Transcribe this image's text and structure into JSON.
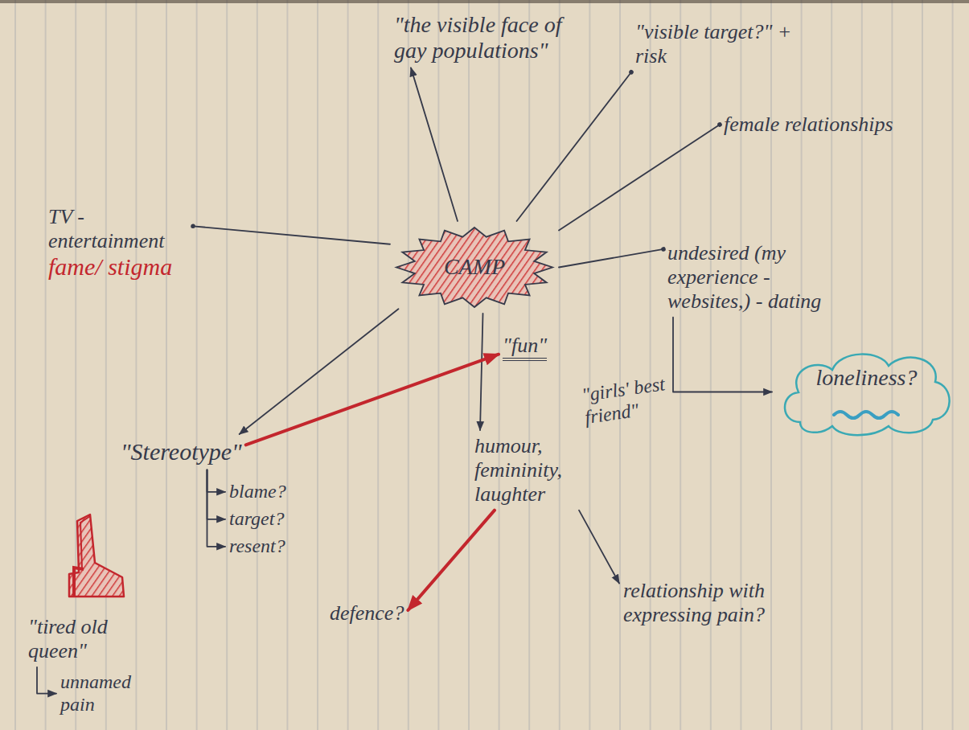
{
  "diagram": {
    "nodes": [
      {
        "text": [
          "\"the visible face of gay populations\""
        ]
      },
      {
        "text": [
          "\"visible target?\" + risk"
        ]
      },
      {
        "text": [
          "female relationships"
        ]
      },
      {
        "text": [
          "TV - entertainment",
          "fame/ stigma"
        ]
      },
      {
        "text": [
          "CAMP"
        ]
      },
      {
        "text": [
          "undesired (my experience - websites,) - dating"
        ]
      },
      {
        "text": [
          "\"fun\""
        ]
      },
      {
        "text": [
          "loneliness?"
        ]
      },
      {
        "text": [
          "\"Stereotype\""
        ]
      },
      {
        "text": [
          "humour, femininity, laughter"
        ]
      },
      {
        "text": [
          "blame?"
        ]
      },
      {
        "text": [
          "target?"
        ]
      },
      {
        "text": [
          "resent?"
        ]
      },
      {
        "text": [
          "\"tired old queen\""
        ]
      },
      {
        "text": [
          "unnamed pain"
        ]
      },
      {
        "text": [
          "defence?"
        ]
      },
      {
        "text": [
          "relationship with expressing pain?"
        ]
      }
    ],
    "edges": [
      {
        "from": 4,
        "to": 0,
        "arrow": "to"
      },
      {
        "from": 4,
        "to": 1,
        "arrow": "none"
      },
      {
        "from": 4,
        "to": 2,
        "arrow": "none"
      },
      {
        "from": 4,
        "to": 3,
        "arrow": "none"
      },
      {
        "from": 4,
        "to": 5,
        "arrow": "none"
      },
      {
        "from": 4,
        "to": 8,
        "arrow": "to"
      },
      {
        "from": 4,
        "to": 9,
        "arrow": "to"
      },
      {
        "from": 8,
        "to": 6,
        "arrow": "to"
      },
      {
        "from": 5,
        "to": 7,
        "arrow": "to"
      },
      {
        "from": 8,
        "to": 10,
        "arrow": "to"
      },
      {
        "from": 8,
        "to": 11,
        "arrow": "to"
      },
      {
        "from": 8,
        "to": 12,
        "arrow": "to"
      },
      {
        "from": 9,
        "to": 15,
        "arrow": "to"
      },
      {
        "from": 9,
        "to": 16,
        "arrow": "to"
      },
      {
        "from": 13,
        "to": 14,
        "arrow": "to"
      }
    ],
    "labels": [
      "\"girls' best friend\""
    ]
  }
}
